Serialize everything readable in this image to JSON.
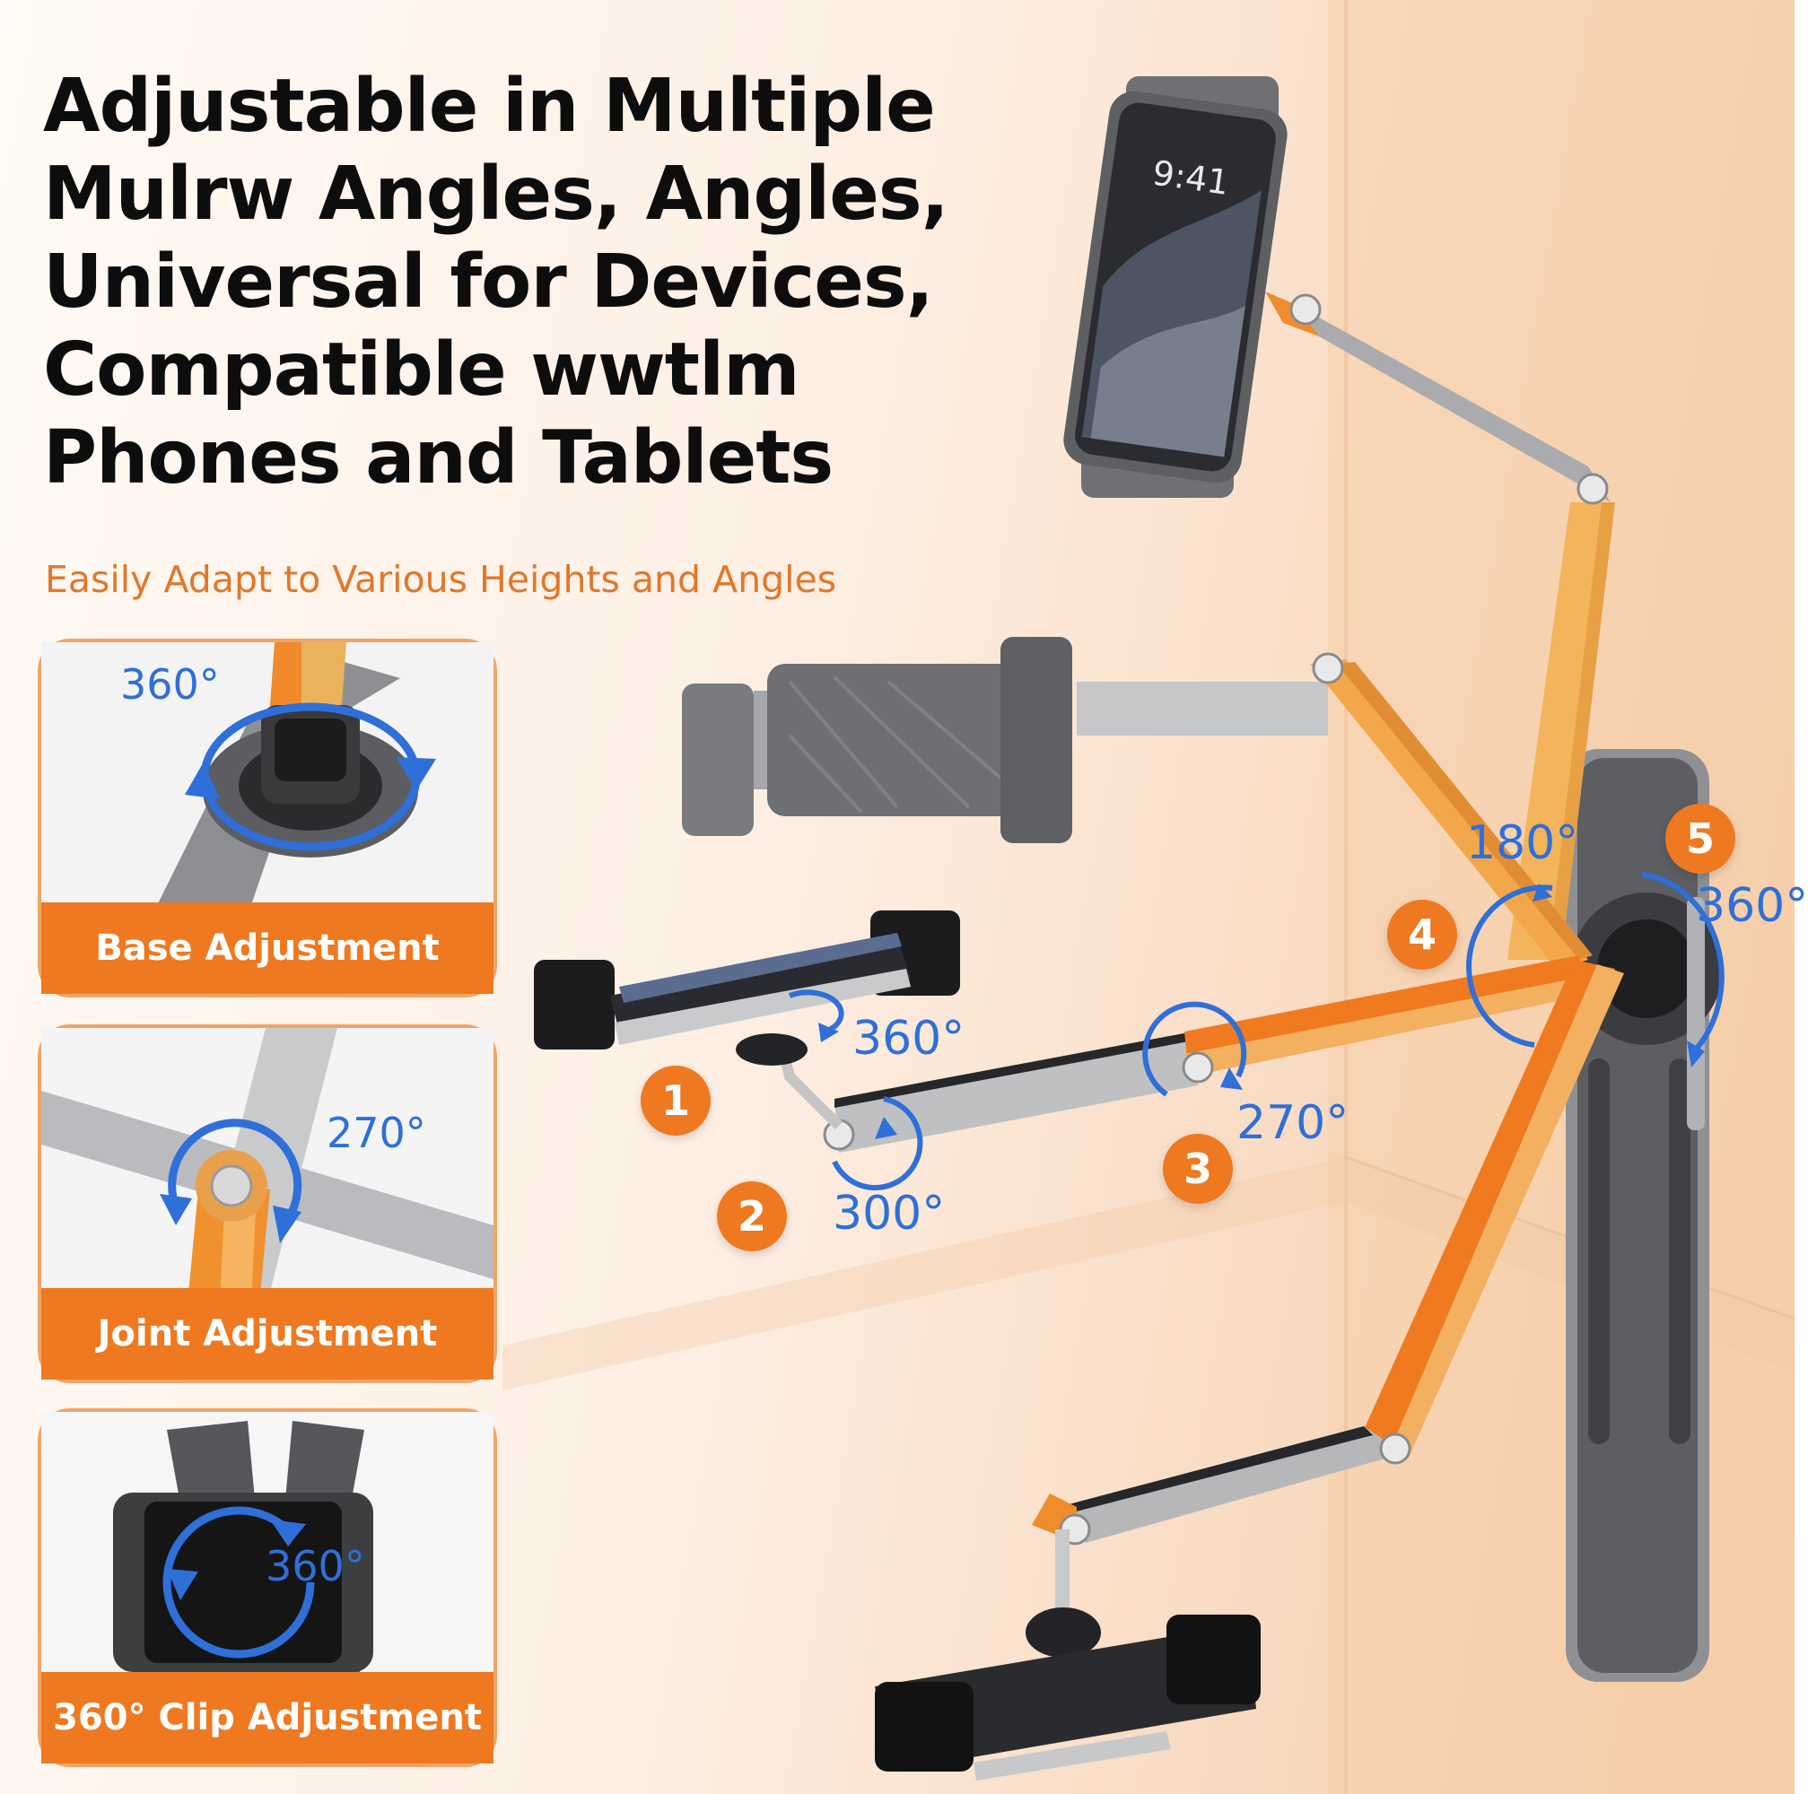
{
  "headline": {
    "lines": [
      "Adjustable in Multiple",
      "Mulrw Angles, Angles,",
      "Universal for Devices,",
      "Compatible wwtlm",
      "Phones and Tablets"
    ]
  },
  "subtitle": "Easily Adapt to Various Heights and Angles",
  "panels": [
    {
      "label": "Base Adjustment",
      "angle": "360°"
    },
    {
      "label": "Joint Adjustment",
      "angle": "270°"
    },
    {
      "label": "360° Clip Adjustment",
      "angle": "360°"
    }
  ],
  "phone": {
    "time": "9:41"
  },
  "callouts": [
    {
      "number": "1",
      "angle": "360°"
    },
    {
      "number": "2",
      "angle": "300°"
    },
    {
      "number": "3",
      "angle": "270°"
    },
    {
      "number": "4",
      "angle": "180°"
    },
    {
      "number": "5",
      "angle": "360°"
    }
  ],
  "colors": {
    "accent": "#ef7920",
    "rotation_blue": "#2f6fd8",
    "headline": "#0d0d0d"
  }
}
